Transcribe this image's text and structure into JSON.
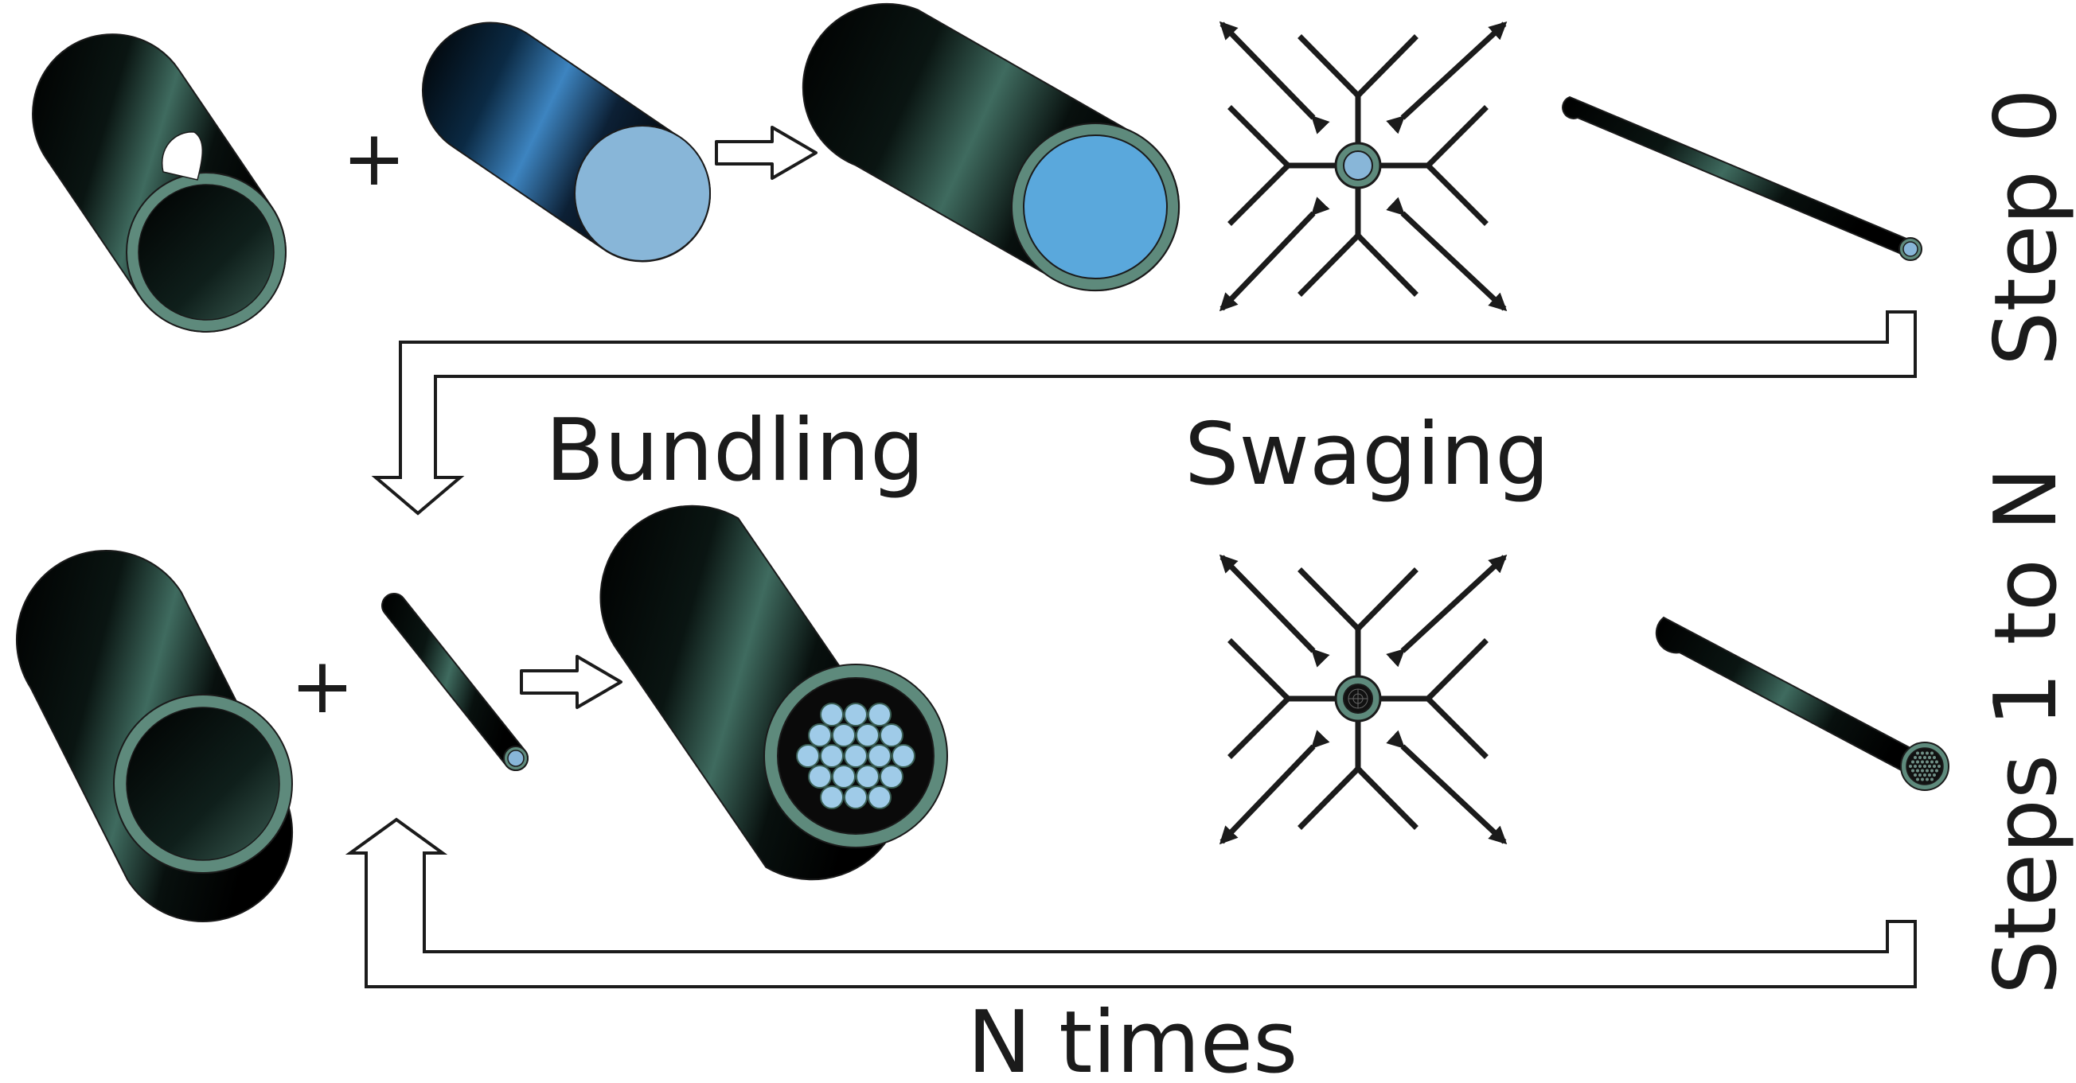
{
  "labels": {
    "bundling": "Bundling",
    "swaging": "Swaging",
    "n_times": "N times",
    "step0": "Step 0",
    "steps1n": "Steps 1 to N",
    "plus": "+"
  },
  "colors": {
    "tube_dark": "#000000",
    "tube_sheen": "#3f6b5f",
    "tube_wall": "#5e8a7c",
    "core_light": "#88b6d8",
    "core_bright": "#5aa8dc",
    "filament": "#9fcbe8",
    "ink": "#1b1b1b"
  },
  "icons": [
    "tube-icon",
    "rod-icon",
    "hollow-arrow-icon",
    "swaging-die-icon",
    "wire-icon",
    "loop-arrow-icon"
  ]
}
